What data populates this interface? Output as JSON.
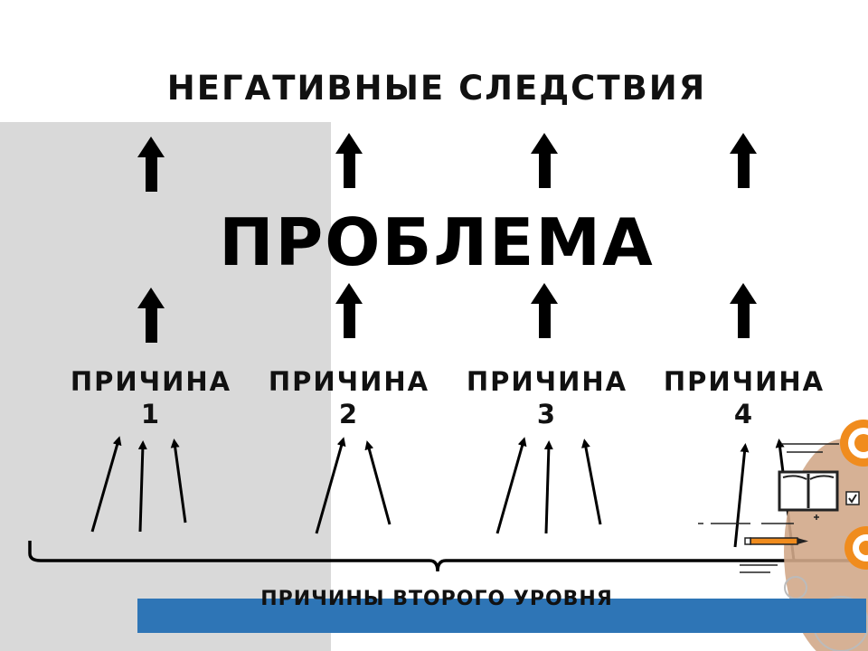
{
  "heading": "НЕГАТИВНЫЕ СЛЕДСТВИЯ",
  "problem": "ПРОБЛЕМА",
  "causes": [
    {
      "label": "ПРИЧИНА",
      "number": "1"
    },
    {
      "label": "ПРИЧИНА",
      "number": "2"
    },
    {
      "label": "ПРИЧИНА",
      "number": "3"
    },
    {
      "label": "ПРИЧИНА",
      "number": "4"
    }
  ],
  "second_level": "ПРИЧИНЫ ВТОРОГО УРОВНЯ",
  "colors": {
    "panel": "#d9d9d9",
    "bar": "#2e75b6",
    "accent_orange": "#f08c1e",
    "tan": "#d2a88a"
  },
  "icons": [
    "up-arrow-icon",
    "book-icon",
    "pencil-icon",
    "gear-icon",
    "check-icon"
  ]
}
